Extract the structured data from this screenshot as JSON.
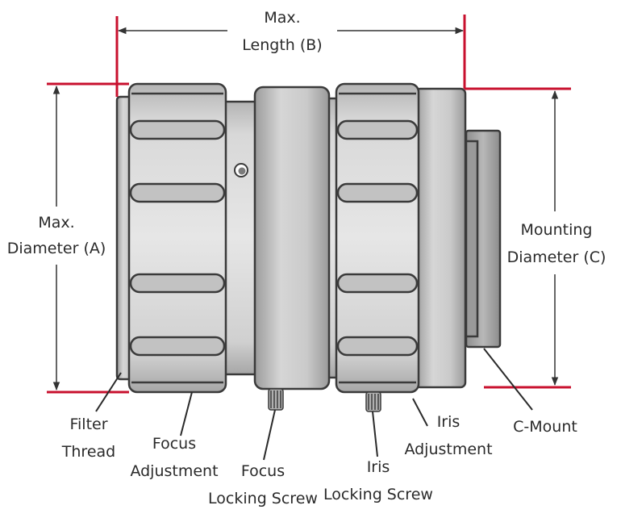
{
  "labels": {
    "max_length_1": "Max.",
    "max_length_2": "Length (B)",
    "max_diameter_1": "Max.",
    "max_diameter_2": "Diameter (A)",
    "mounting_diameter_1": "Mounting",
    "mounting_diameter_2": "Diameter (C)",
    "filter_thread_1": "Filter",
    "filter_thread_2": "Thread",
    "focus_adjustment_1": "Focus",
    "focus_adjustment_2": "Adjustment",
    "focus_locking_1": "Focus",
    "focus_locking_2": "Locking Screw",
    "iris_locking_1": "Iris",
    "iris_locking_2": "Locking Screw",
    "iris_adjustment_1": "Iris",
    "iris_adjustment_2": "Adjustment",
    "c_mount": "C-Mount"
  },
  "colors": {
    "accent_red": "#c8102e",
    "outline": "#3a3a3a",
    "body_light": "#d6d6d6",
    "body_mid": "#a8a8a8",
    "body_dark": "#8a8a8a"
  }
}
